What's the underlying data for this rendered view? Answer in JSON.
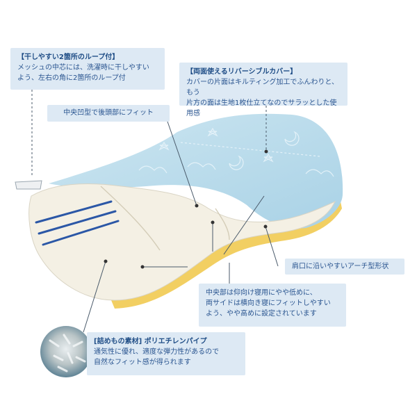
{
  "callouts": {
    "loop": {
      "title": "【干しやすい2箇所のループ付】",
      "line1": "メッシュの中芯には、洗濯時に干しやすい",
      "line2": "よう、左右の角に2箇所のループ付"
    },
    "reversible": {
      "title": "【両面使えるリバーシブルカバー】",
      "line1": "カバーの片面はキルティング加工でふんわりと、もう",
      "line2": "片方の面は生地1枚仕立てなのでサラッとした使用感"
    },
    "center_fit": {
      "text": "中央凹型で後頭部にフィット"
    },
    "arch": {
      "text": "肩口に沿いやすいアーチ型形状"
    },
    "center_low": {
      "line1": "中央部は仰向け寝用にやや低めに、",
      "line2": "両サイドは横向き寝にフィットしやすい",
      "line3": "よう、やや高めに設定されています"
    },
    "filling": {
      "title": "[詰めもの素材] ポリエチレンパイプ",
      "line1": "通気性に優れ、適度な弾力性があるので",
      "line2": "自然なフィット感が得られます"
    }
  },
  "colors": {
    "callout_bg": "#dde9f4",
    "callout_text": "#1f4d86",
    "cover_blue": "#b9dcec",
    "pillow_cream": "#f4f0e4",
    "edge_yellow": "#f2cf62",
    "stripe_blue": "#2b57a6"
  }
}
